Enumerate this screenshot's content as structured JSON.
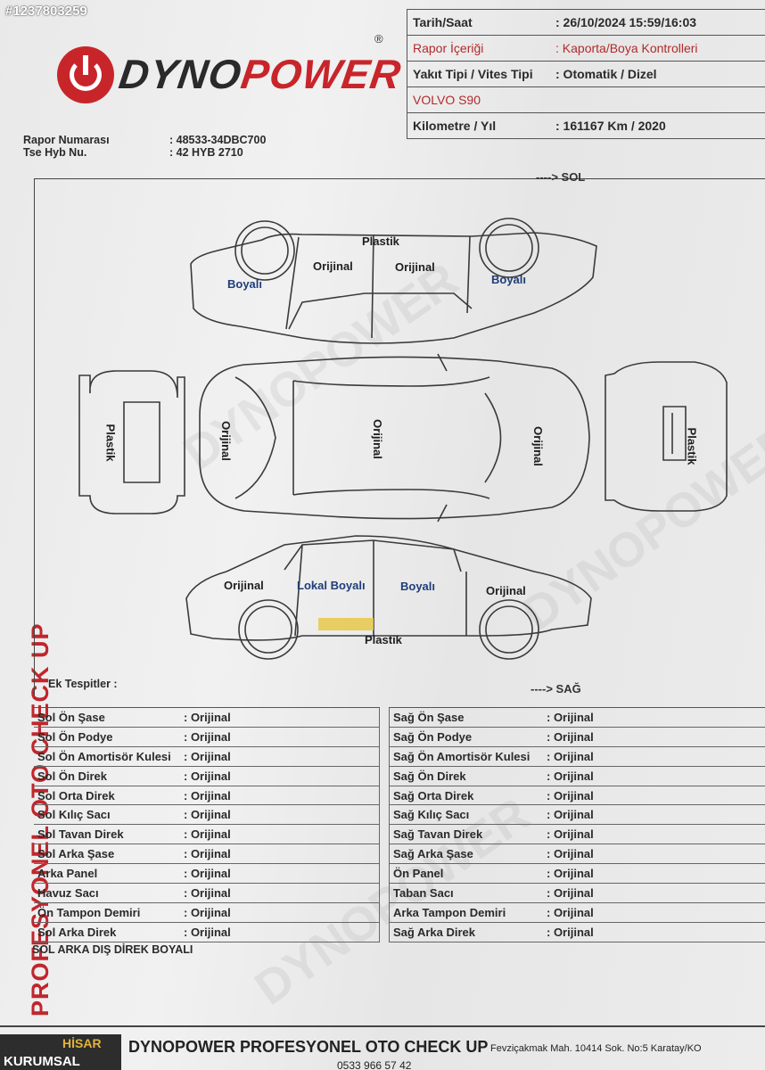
{
  "listing_id": "#1237803259",
  "side_text": "PROFESYONEL OTO CHECK UP",
  "logo": {
    "dyno": "DYNO",
    "power": "POWER",
    "reg": "®"
  },
  "info": [
    {
      "label": "Tarih/Saat",
      "value": ": 26/10/2024  15:59/16:03",
      "red": false
    },
    {
      "label": "Rapor İçeriği",
      "value": ": Kaporta/Boya Kontrolleri",
      "red": true
    },
    {
      "label": "Yakıt Tipi / Vites Tipi",
      "value": ":  Otomatik  / Dizel",
      "red": false
    },
    {
      "label": "VOLVO S90",
      "value": "",
      "red": true
    },
    {
      "label": "Kilometre / Yıl",
      "value": ": 161167 Km / 2020",
      "red": false
    }
  ],
  "report": {
    "rapor_label": "Rapor Numarası",
    "rapor_value": ": 48533-34DBC700",
    "tse_label": "Tse Hyb Nu.",
    "tse_value": ": 42 HYB 2710"
  },
  "diagram": {
    "dir_sol": "----> SOL",
    "dir_sag": "----> SAĞ",
    "labels": {
      "top_plastik": "Plastik",
      "top_orijinal_1": "Orijinal",
      "top_orijinal_2": "Orijinal",
      "top_boyali_left": "Boyalı",
      "top_boyali_right": "Boyalı",
      "rear_plastik": "Plastik",
      "front_plastik": "Plastik",
      "roof_orijinal_1": "Orijinal",
      "roof_orijinal_2": "Orijinal",
      "roof_orijinal_3": "Orijinal",
      "bot_orijinal_left": "Orijinal",
      "bot_lokal_boyali": "Lokal Boyalı",
      "bot_boyali": "Boyalı",
      "bot_orijinal_right": "Orijinal",
      "bot_plastik": "Plastik"
    }
  },
  "ek_tespitler": "Ek Tespitler :",
  "checks_left": [
    {
      "label": "Sol Ön Şase",
      "value": ": Orijinal"
    },
    {
      "label": "Sol Ön Podye",
      "value": ": Orijinal"
    },
    {
      "label": "Sol Ön Amortisör Kulesi",
      "value": ": Orijinal"
    },
    {
      "label": "Sol Ön Direk",
      "value": ": Orijinal"
    },
    {
      "label": "Sol Orta Direk",
      "value": ": Orijinal"
    },
    {
      "label": "Sol Kılıç Sacı",
      "value": ": Orijinal"
    },
    {
      "label": "Sol Tavan Direk",
      "value": ": Orijinal"
    },
    {
      "label": "Sol Arka Şase",
      "value": ": Orijinal"
    },
    {
      "label": "Arka Panel",
      "value": ": Orijinal"
    },
    {
      "label": "Havuz Sacı",
      "value": ": Orijinal"
    },
    {
      "label": "Ön Tampon Demiri",
      "value": ": Orijinal"
    },
    {
      "label": "Sol Arka Direk",
      "value": ": Orijinal"
    }
  ],
  "checks_right": [
    {
      "label": "Sağ Ön Şase",
      "value": ": Orijinal"
    },
    {
      "label": "Sağ Ön Podye",
      "value": ": Orijinal"
    },
    {
      "label": "Sağ Ön Amortisör Kulesi",
      "value": ": Orijinal"
    },
    {
      "label": "Sağ Ön Direk",
      "value": ": Orijinal"
    },
    {
      "label": "Sağ Orta Direk",
      "value": ": Orijinal"
    },
    {
      "label": "Sağ Kılıç Sacı",
      "value": ": Orijinal"
    },
    {
      "label": "Sağ Tavan Direk",
      "value": ": Orijinal"
    },
    {
      "label": "Sağ Arka Şase",
      "value": ": Orijinal"
    },
    {
      "label": "Ön Panel",
      "value": ": Orijinal"
    },
    {
      "label": "Taban Sacı",
      "value": ": Orijinal"
    },
    {
      "label": "Arka Tampon Demiri",
      "value": ": Orijinal"
    },
    {
      "label": "Sağ Arka Direk",
      "value": ": Orijinal"
    }
  ],
  "note": "SOL ARKA DIŞ DİREK BOYALI",
  "footer": {
    "hisar": "HİSAR",
    "kurumsal": "KURUMSAL",
    "brand": "DYNOPOWER  PROFESYONEL OTO CHECK UP",
    "address": "Fevziçakmak Mah. 10414 Sok. No:5 Karatay/KO",
    "phone": "0533 966 57 42"
  },
  "colors": {
    "brand_red": "#c8252b",
    "label_blue": "#1f3d7a",
    "lokal_yellow": "#e6c84a"
  }
}
